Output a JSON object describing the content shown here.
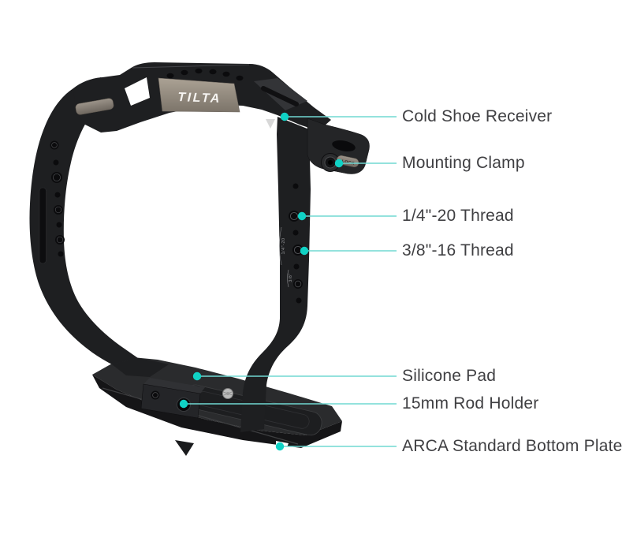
{
  "product": {
    "brand": "TILTA",
    "engravings": {
      "quarter_inch": "1/4\"-20",
      "three_eighths": "3/8\"",
      "lock": "LOCK"
    }
  },
  "annotations": {
    "line_color": "#70d8d2",
    "dot_color": "#10d2c5",
    "text_color": "#3f3f42",
    "items": [
      {
        "label": "Cold Shoe Receiver"
      },
      {
        "label": "Mounting Clamp"
      },
      {
        "label": "1/4\"-20 Thread"
      },
      {
        "label": "3/8\"-16 Thread"
      },
      {
        "label": "Silicone Pad"
      },
      {
        "label": "15mm Rod Holder"
      },
      {
        "label": "ARCA Standard Bottom Plate"
      }
    ]
  }
}
